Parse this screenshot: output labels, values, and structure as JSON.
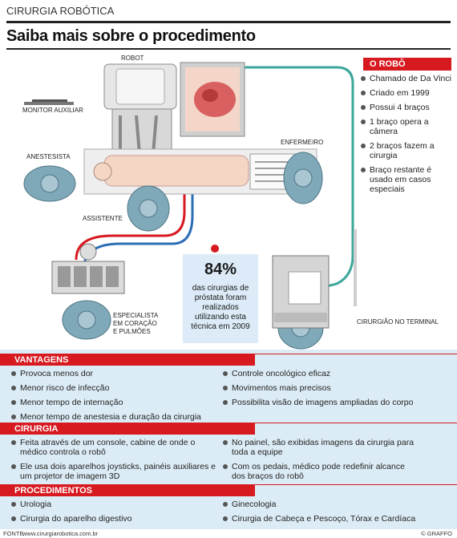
{
  "kicker": "CIRURGIA ROBÓTICA",
  "title": "Saiba mais sobre o procedimento",
  "labels": {
    "robot": "ROBOT",
    "monitor": "MONITOR AUXILIAR",
    "anestesista": "ANESTESISTA",
    "enfermeiro": "ENFERMEIRO",
    "assistente": "ASSISTENTE",
    "especialista": [
      "ESPECIALISTA",
      "EM CORAÇÃO",
      "E PULMÕES"
    ],
    "cirurgiao": "CIRURGIÃO NO TERMINAL"
  },
  "robo": {
    "heading": "O ROBÔ",
    "items": [
      "Chamado de Da Vinci",
      "Criado em 1999",
      "Possui 4 braços",
      "1 braço opera a câmera",
      "2 braços fazem a cirurgia",
      "Braço restante é usado em casos especiais"
    ]
  },
  "stat": {
    "value": "84%",
    "text": "das cirurgias de próstata foram realizados utilizando esta técnica em 2009"
  },
  "vantagens": {
    "heading": "VANTAGENS",
    "left": [
      "Provoca menos dor",
      "Menor risco de infecção",
      "Menor tempo de internação",
      "Menor tempo de anestesia e duração da cirurgia"
    ],
    "right": [
      "Controle oncológico eficaz",
      "Movimentos mais precisos",
      "Possibilita visão de imagens ampliadas do corpo"
    ]
  },
  "cirurgia": {
    "heading": "CIRURGIA",
    "left": [
      "Feita através de um console, cabine de onde o médico controla o robô",
      "Ele usa dois aparelhos joysticks, painéis auxiliares e um projetor de imagem 3D"
    ],
    "right": [
      "No painel, são exibidas imagens da cirurgia para toda a equipe",
      "Com os pedais, médico pode redefinir alcance dos braços do robô"
    ]
  },
  "procedimentos": {
    "heading": "PROCEDIMENTOS",
    "left": [
      "Urologia",
      "Cirurgia do aparelho digestivo"
    ],
    "right": [
      "Ginecologia",
      "Cirurgia de Cabeça e Pescoço, Tórax e Cardíaca"
    ]
  },
  "footer": {
    "source_label": "FONTE",
    "source": "www.cirurgiarobotica.com.br",
    "credit": "© GRAFFO"
  },
  "colors": {
    "accent": "#d71920",
    "panel": "#dcecf6",
    "teal": "#3aa79a",
    "scrub": "#7fa8b8"
  }
}
